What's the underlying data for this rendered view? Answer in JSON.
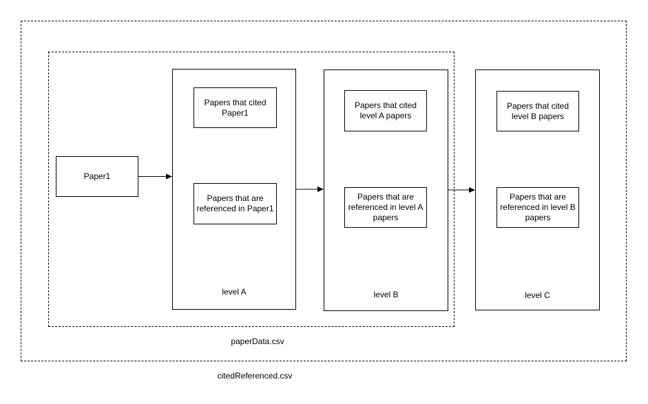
{
  "canvas": {
    "background": "#ffffff",
    "line_color": "#000000"
  },
  "outer_group": {
    "label": "citedReferenced.csv"
  },
  "inner_group": {
    "label": "paperData.csv"
  },
  "source_node": {
    "label": "Paper1"
  },
  "levels": [
    {
      "label": "level A",
      "cited": "Papers that cited\nPaper1",
      "referenced": "Papers that are\nreferenced in Paper1"
    },
    {
      "label": "level B",
      "cited": "Papers that cited\nlevel A papers",
      "referenced": "Papers that are\nreferenced in level A\npapers"
    },
    {
      "label": "level C",
      "cited": "Papers that cited\nlevel B papers",
      "referenced": "Papers that are\nreferenced in level B\npapers"
    }
  ],
  "arrows": [
    {
      "from": "Paper1",
      "to": "level A"
    },
    {
      "from": "level A",
      "to": "level B"
    },
    {
      "from": "level B",
      "to": "level C"
    }
  ]
}
